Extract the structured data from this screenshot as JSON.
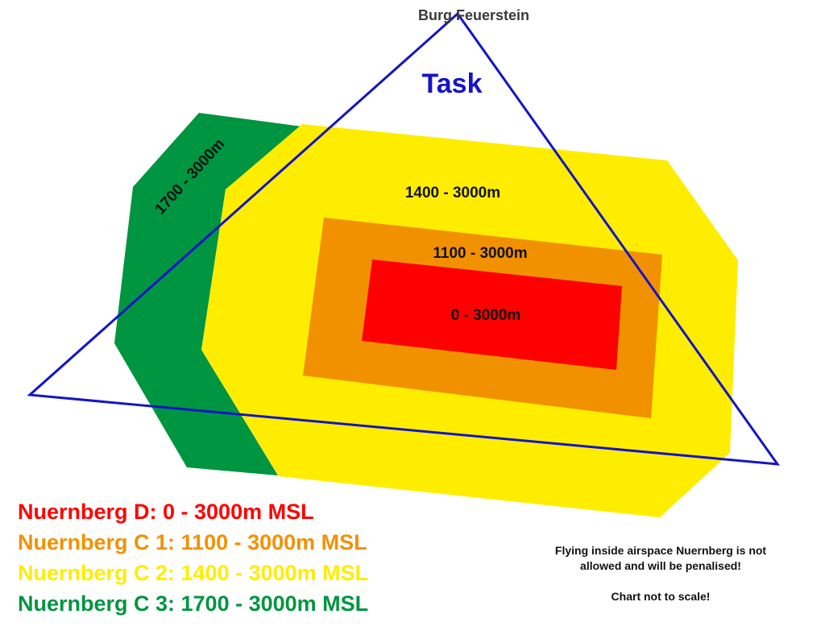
{
  "title": "Task",
  "landmark": "Burg Feuerstein",
  "zones": [
    {
      "id": "c3",
      "label": "1700 - 3000m",
      "color": "#009540"
    },
    {
      "id": "c2",
      "label": "1400 - 3000m",
      "color": "#ffed00"
    },
    {
      "id": "c1",
      "label": "1100 - 3000m",
      "color": "#f29100"
    },
    {
      "id": "d",
      "label": "0 - 3000m",
      "color": "#ff0000"
    }
  ],
  "task_line_color": "#1414c8",
  "legend": [
    {
      "text": "Nuernberg D: 0 - 3000m MSL",
      "color": "#ff0000"
    },
    {
      "text": "Nuernberg C 1: 1100 - 3000m MSL",
      "color": "#f29100"
    },
    {
      "text": "Nuernberg C 2: 1400 - 3000m MSL",
      "color": "#ffed00"
    },
    {
      "text": "Nuernberg C 3: 1700 - 3000m MSL",
      "color": "#009540"
    }
  ],
  "notes": {
    "line1": "Flying inside airspace Nuernberg is not",
    "line2": "allowed and will be penalised!",
    "line3": "Chart not to scale!"
  }
}
